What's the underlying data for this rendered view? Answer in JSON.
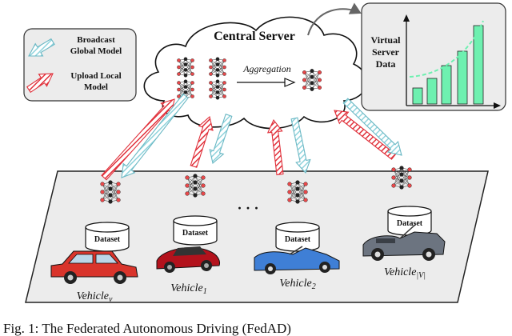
{
  "legend": {
    "broadcast_line1": "Broadcast",
    "broadcast_line2": "Global Model",
    "upload_line1": "Upload Local",
    "upload_line2": "Model"
  },
  "server": {
    "title": "Central Server",
    "aggregation": "Aggregation"
  },
  "virtual_data": {
    "line1": "Virtual",
    "line2": "Server",
    "line3": "Data"
  },
  "vehicles": [
    {
      "dataset_label": "Dataset",
      "name": "Vehicle",
      "subscript": "v"
    },
    {
      "dataset_label": "Dataset",
      "name": "Vehicle",
      "subscript": "1"
    },
    {
      "dataset_label": "Dataset",
      "name": "Vehicle",
      "subscript": "2"
    },
    {
      "dataset_label": "Dataset",
      "name": "Vehicle",
      "subscript": "|V|"
    }
  ],
  "ellipsis": "· · ·",
  "caption": "Fig. 1: The Federated Autonomous Driving (FedAD)",
  "colors": {
    "upload": "#e0303a",
    "broadcast": "#8fd3dc",
    "bars": "#6ef0b0",
    "neuron_red": "#e8484a",
    "neuron_dark": "#222222"
  }
}
